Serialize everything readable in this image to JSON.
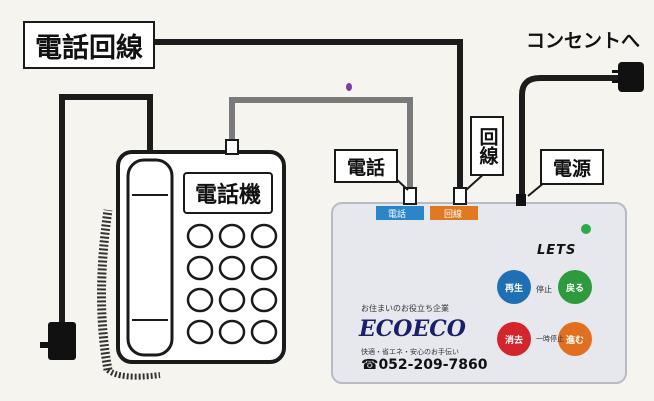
{
  "labels": {
    "phone_line": "電話回線",
    "outlet": "コンセントへ",
    "phone_port": "電話",
    "line_port": "回線",
    "power": "電源",
    "phone_body": "電話機"
  },
  "device": {
    "jack_phone": "電話",
    "jack_line": "回線",
    "brand": "LETS",
    "company_small": "お住まいのお役立ち企業",
    "logo": "ECOECO",
    "tagline": "快適・省エネ・安心のお手伝い",
    "phone": "☎052-209-7860",
    "buttons": [
      {
        "label": "再生",
        "color": "#1f6fb5"
      },
      {
        "label": "戻る",
        "color": "#2e9a3e"
      },
      {
        "label": "消去",
        "color": "#d3262c"
      },
      {
        "label": "進む",
        "color": "#e0701f"
      }
    ],
    "side_notes": [
      "停止",
      "一時停止"
    ]
  },
  "colors": {
    "cable": "#1c1c1c",
    "gray_cable": "#7a7a7a",
    "led": "#2fa84a",
    "jack_blue": "#2a86c8",
    "jack_orange": "#e07a22"
  }
}
